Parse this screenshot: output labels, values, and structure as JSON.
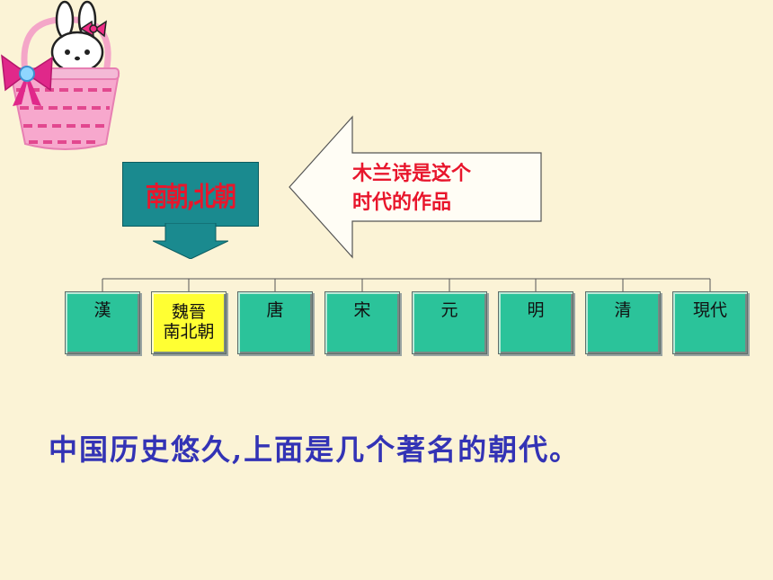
{
  "title": "南朝,北朝",
  "callout": {
    "line1": "木兰诗是这个",
    "line2": "时代的作品"
  },
  "dynasties": [
    {
      "label": "漢",
      "highlighted": false
    },
    {
      "label": "魏晉\n南北朝",
      "highlighted": true
    },
    {
      "label": "唐",
      "highlighted": false
    },
    {
      "label": "宋",
      "highlighted": false
    },
    {
      "label": "元",
      "highlighted": false
    },
    {
      "label": "明",
      "highlighted": false
    },
    {
      "label": "清",
      "highlighted": false
    },
    {
      "label": "現代",
      "highlighted": false
    }
  ],
  "subtitle": "中国历史悠久,上面是几个著名的朝代。",
  "colors": {
    "background": "#fbf3d6",
    "title_box": "#1a8a8f",
    "dynasty_box": "#2bc39a",
    "highlight_box": "#ffff33",
    "red_text": "#e8162c",
    "blue_text": "#3333b5"
  },
  "icons": {
    "decoration": "bunny-in-basket-icon",
    "down_arrow": "down-arrow-icon",
    "left_arrow": "left-arrow-callout-icon"
  }
}
